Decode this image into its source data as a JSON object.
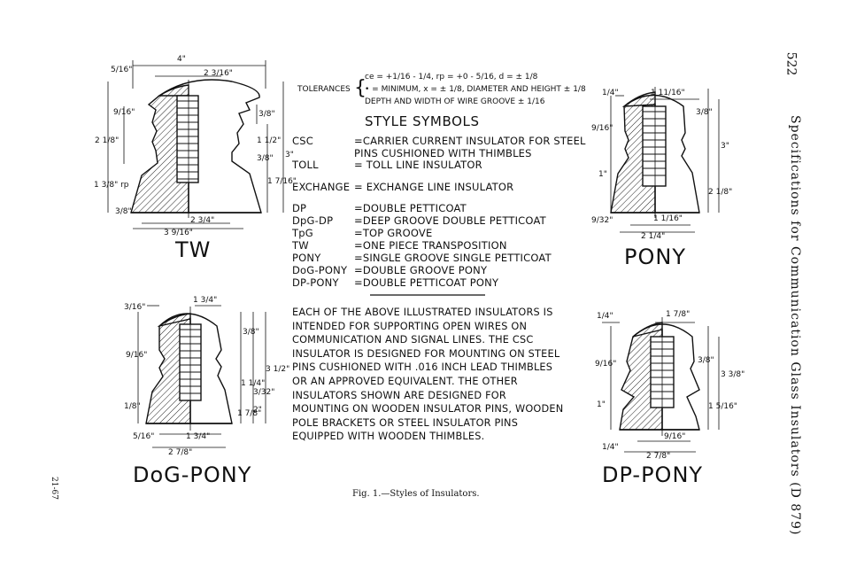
{
  "page": {
    "page_number": "522",
    "side_title": "Specifications for Communication Glass Insulators (D 879)",
    "side_stamp": "21-67",
    "caption": "Fig. 1.—Styles of Insulators."
  },
  "tolerances": {
    "label": "TOLERANCES",
    "line1": "ce = +1/16 - 1/4, rp = +0 - 5/16, d = ± 1/8",
    "line2": "• = MINIMUM, x = ± 1/8, DIAMETER AND HEIGHT ± 1/8",
    "line3": "DEPTH AND WIDTH OF WIRE GROOVE ± 1/16"
  },
  "style_symbols": {
    "title": "STYLE SYMBOLS",
    "items": [
      {
        "code": "CSC",
        "desc": "=CARRIER CURRENT INSULATOR FOR STEEL PINS CUSHIONED WITH THIMBLES"
      },
      {
        "code": "TOLL",
        "desc": "= TOLL LINE INSULATOR"
      },
      {
        "code": "EXCHANGE",
        "desc": "= EXCHANGE LINE INSULATOR"
      },
      {
        "code": "DP",
        "desc": "=DOUBLE PETTICOAT"
      },
      {
        "code": "DpG-DP",
        "desc": "=DEEP GROOVE DOUBLE PETTICOAT"
      },
      {
        "code": "TpG",
        "desc": "=TOP GROOVE"
      },
      {
        "code": "TW",
        "desc": "=ONE PIECE TRANSPOSITION"
      },
      {
        "code": "PONY",
        "desc": "=SINGLE GROOVE SINGLE PETTICOAT"
      },
      {
        "code": "DoG-PONY",
        "desc": "=DOUBLE GROOVE PONY"
      },
      {
        "code": "DP-PONY",
        "desc": "=DOUBLE PETTICOAT PONY"
      }
    ]
  },
  "paragraph": "EACH OF THE ABOVE ILLUSTRATED INSULATORS IS INTENDED FOR SUPPORTING OPEN WIRES ON COMMUNICATION AND SIGNAL LINES. THE CSC INSULATOR IS DESIGNED FOR MOUNTING ON STEEL PINS CUSHIONED WITH .016 INCH LEAD THIMBLES OR AN APPROVED EQUIVALENT. THE OTHER INSULATORS SHOWN ARE DESIGNED FOR MOUNTING ON WOODEN INSULATOR PINS, WOODEN POLE BRACKETS OR STEEL INSULATOR PINS EQUIPPED WITH WOODEN THIMBLES.",
  "figures": {
    "tw": {
      "label": "TW",
      "dims": [
        "4\"",
        "2 3/16\"",
        "5/16\"",
        "9/16\"",
        "3/8\"",
        "1 1/2\"",
        "3/8\"",
        "3\"",
        "1 7/16\"",
        "2 1/8\"",
        "1 3/8\" rp",
        "3/8\"",
        "2 3/4\"",
        "3 9/16\""
      ]
    },
    "pony": {
      "label": "PONY",
      "dims": [
        "1/4\"",
        "1 11/16\"",
        "3/8\"",
        "9/16\"",
        "3\"",
        "1\"",
        "2 1/8\"",
        "9/32\"",
        "1 1/16\"",
        "2 1/4\""
      ]
    },
    "dog_pony": {
      "label": "DoG-PONY",
      "dims": [
        "3/16\"",
        "1 3/4\"",
        "3/8\"",
        "9/16\"",
        "3 1/2\"",
        "1 1/4\"",
        "3/32\"",
        "2\"",
        "1 7/8\"",
        "1/8\"",
        "5/16\"",
        "1 3/4\"",
        "2 7/8\""
      ]
    },
    "dp_pony": {
      "label": "DP-PONY",
      "dims": [
        "1/4\"",
        "1 7/8\"",
        "9/16\"",
        "3/8\"",
        "3 3/8\"",
        "1\"",
        "1 5/16\"",
        "9/16\"",
        "1/4\"",
        "2 7/8\""
      ]
    }
  }
}
